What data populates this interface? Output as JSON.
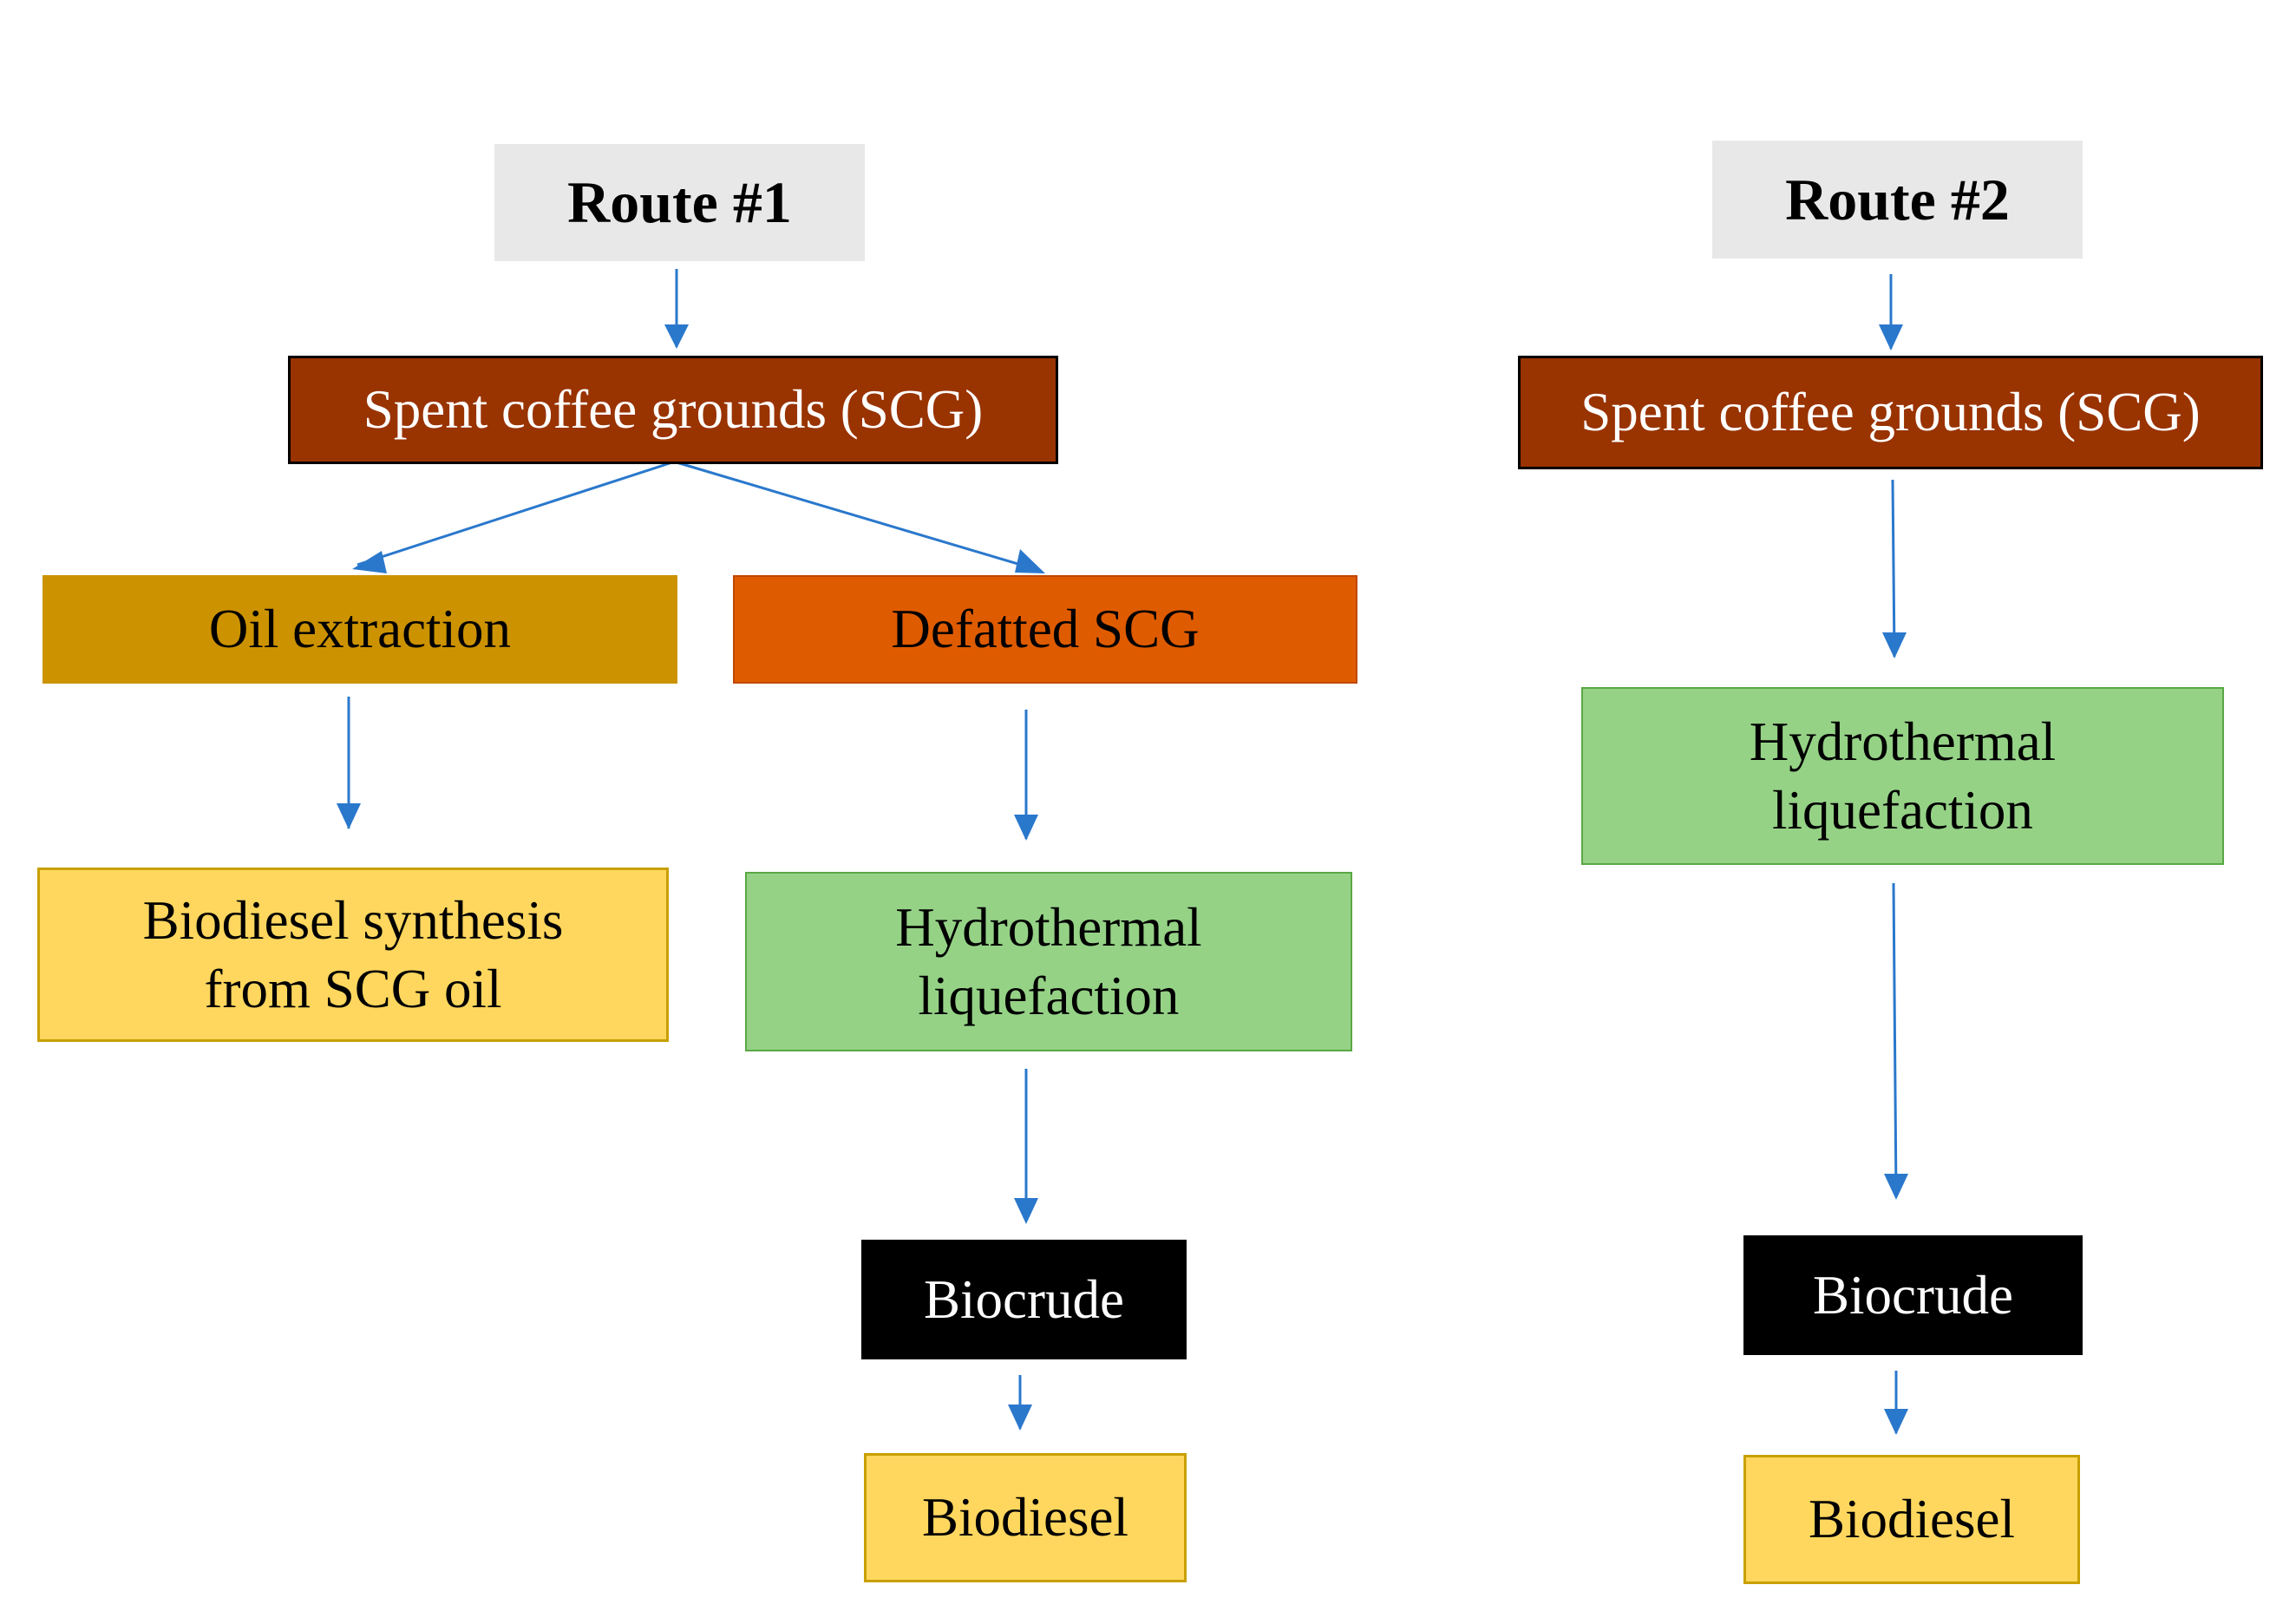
{
  "colors": {
    "arrow": "#2a78cc",
    "scg": "#993300",
    "oil_extraction": "#cc9200",
    "defatted": "#df5b00",
    "htl": "#95d286",
    "product": "#ffd75e",
    "biocrude": "#000000",
    "title_bg": "#e8e8e8"
  },
  "route1": {
    "title": "Route #1",
    "scg": "Spent coffee grounds (SCG)",
    "oil_extraction": "Oil extraction",
    "defatted": "Defatted SCG",
    "biodiesel_synthesis": "Biodiesel synthesis\nfrom SCG oil",
    "htl": "Hydrothermal\nliquefaction",
    "biocrude": "Biocrude",
    "biodiesel": "Biodiesel"
  },
  "route2": {
    "title": "Route #2",
    "scg": "Spent coffee grounds (SCG)",
    "htl": "Hydrothermal\nliquefaction",
    "biocrude": "Biocrude",
    "biodiesel": "Biodiesel"
  }
}
